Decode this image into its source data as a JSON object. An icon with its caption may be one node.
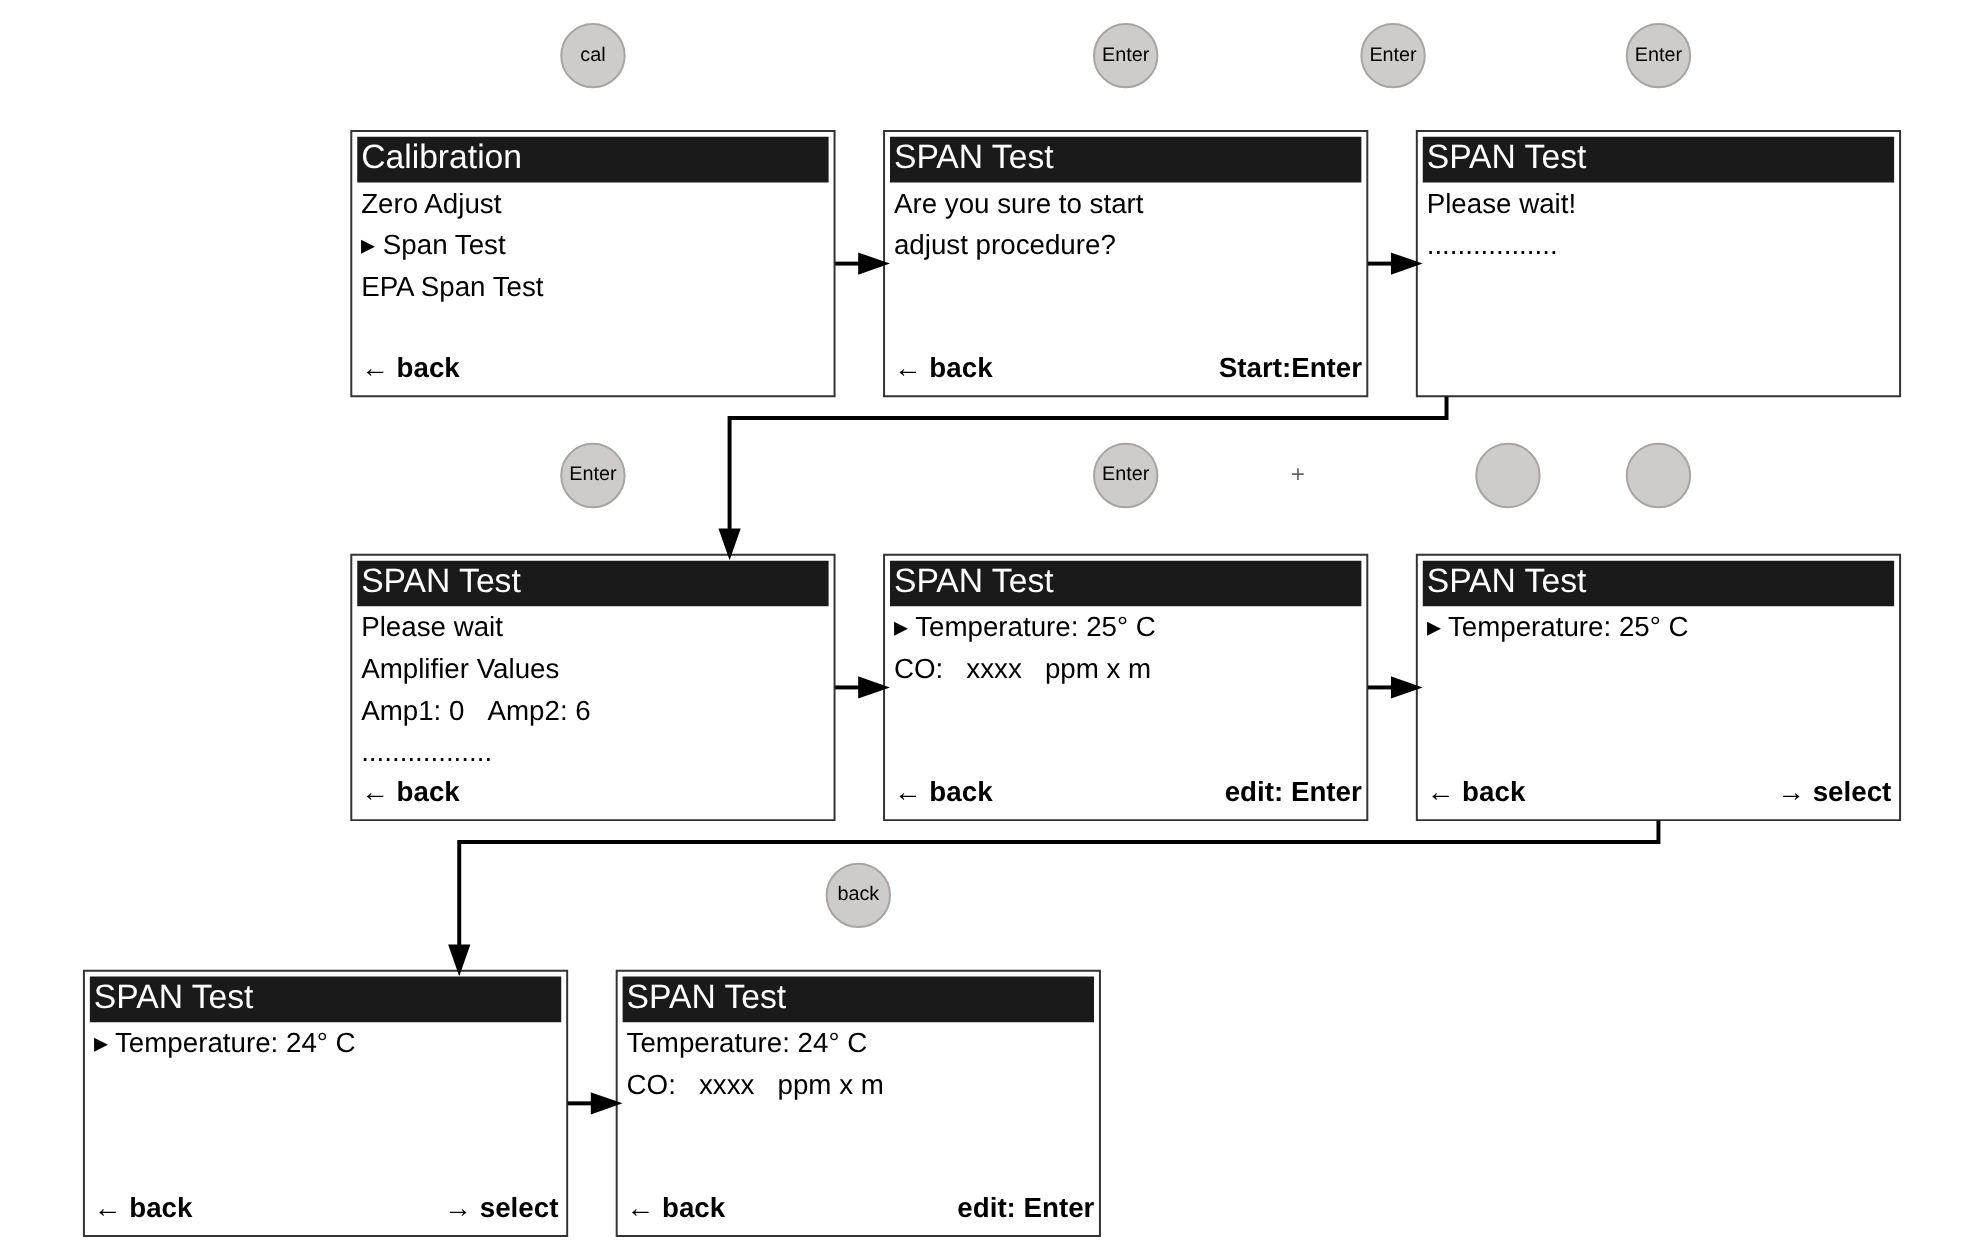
{
  "diagram": {
    "nodes": [
      {
        "text": [
          "cal"
        ]
      },
      {
        "text": [
          "Enter"
        ]
      },
      {
        "text": [
          "Enter"
        ]
      },
      {
        "text": [
          "Enter"
        ]
      },
      {
        "text": [
          "Calibration",
          "Zero Adjust",
          "▸ Span Test",
          "EPA Span Test",
          "← back"
        ]
      },
      {
        "text": [
          "SPAN Test",
          "Are you sure to start adjust procedure?",
          "← back",
          "Start:Enter"
        ]
      },
      {
        "text": [
          "SPAN Test",
          "Please wait!",
          "................."
        ]
      },
      {
        "text": [
          "Enter"
        ]
      },
      {
        "text": [
          "Enter"
        ]
      },
      {
        "text": [],
        "shape": "circle"
      },
      {
        "text": [],
        "shape": "circle"
      },
      {
        "text": [
          "SPAN Test",
          "Please wait",
          "Amplifier Values",
          "Amp1: 0   Amp2: 6",
          ".................",
          "← back"
        ]
      },
      {
        "text": [
          "SPAN Test",
          "▸ Temperature: 25° C",
          "CO:   xxxx   ppm x m",
          "← back",
          "edit: Enter"
        ]
      },
      {
        "text": [
          "SPAN Test",
          "▸ Temperature: 25° C",
          "← back",
          "→ select"
        ]
      },
      {
        "text": [
          "back"
        ]
      },
      {
        "text": [
          "SPAN Test",
          "▸ Temperature: 24° C",
          "← back",
          "→ select"
        ]
      },
      {
        "text": [
          "SPAN Test",
          "Temperature: 24° C",
          "CO:   xxxx   ppm x m",
          "← back",
          "edit: Enter"
        ]
      }
    ],
    "edges": [
      {
        "from": 4,
        "to": 5,
        "arrow": "to"
      },
      {
        "from": 5,
        "to": 6,
        "arrow": "to"
      },
      {
        "from": 6,
        "to": 11,
        "arrow": "to"
      },
      {
        "from": 11,
        "to": 12,
        "arrow": "to"
      },
      {
        "from": 12,
        "to": 13,
        "arrow": "to"
      },
      {
        "from": 13,
        "to": 15,
        "arrow": "to"
      },
      {
        "from": 15,
        "to": 16,
        "arrow": "to"
      }
    ],
    "labels": [
      "+"
    ]
  }
}
